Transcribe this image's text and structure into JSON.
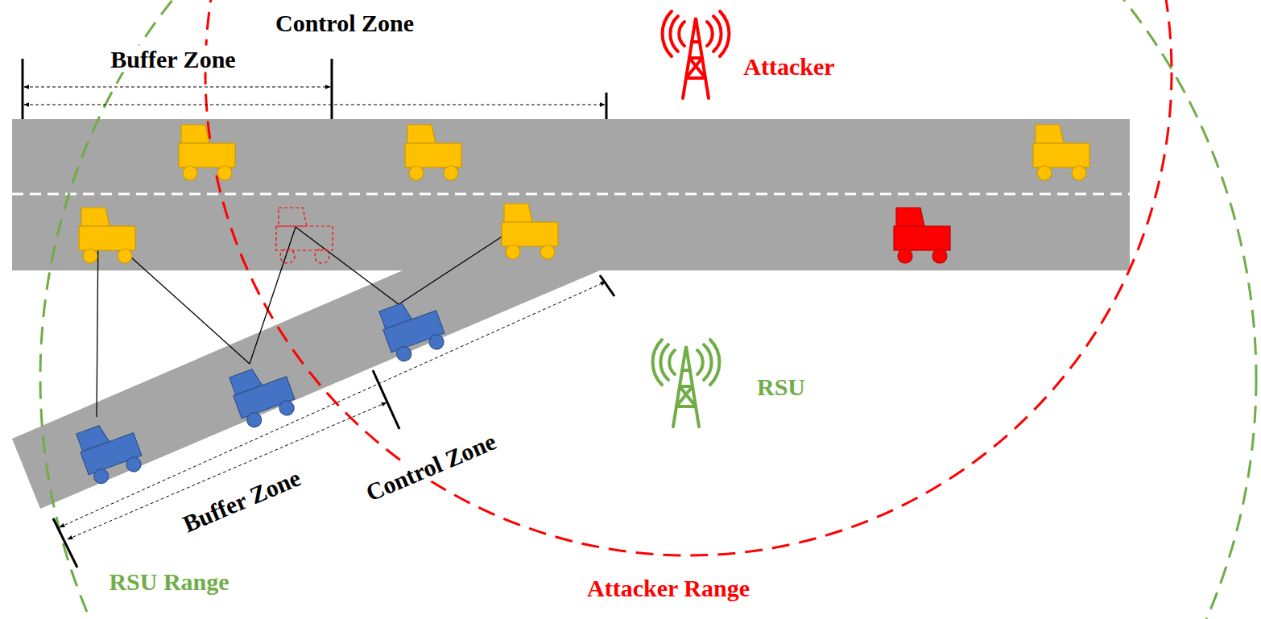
{
  "diagram": {
    "labels": [
      "Control Zone",
      "Buffer Zone",
      "Attacker",
      "RSU",
      "Buffer Zone",
      "Control Zone",
      "RSU Range",
      "Attacker Range"
    ]
  }
}
